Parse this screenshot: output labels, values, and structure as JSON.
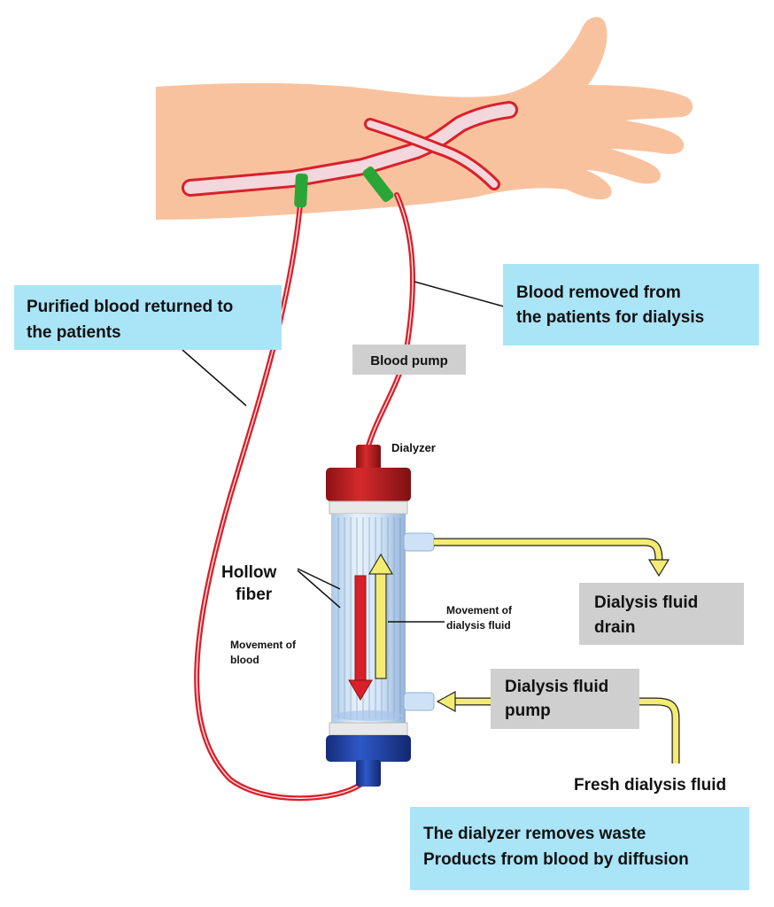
{
  "labels": {
    "purified_blood": [
      "Purified blood returned to",
      "the patients"
    ],
    "blood_removed": [
      "Blood removed from",
      "the patients for dialysis"
    ],
    "blood_pump": "Blood pump",
    "dialyzer": "Dialyzer",
    "hollow_fiber": [
      "Hollow",
      "fiber"
    ],
    "movement_of_blood": [
      "Movement of",
      "blood"
    ],
    "movement_of_dialysis_fluid": [
      "Movement of",
      "dialysis fluid"
    ],
    "dialysis_fluid_drain": [
      "Dialysis fluid",
      "drain"
    ],
    "dialysis_fluid_pump": [
      "Dialysis fluid",
      "pump"
    ],
    "fresh_dialysis_fluid": "Fresh dialysis fluid",
    "dialyzer_summary": [
      "The dialyzer removes waste",
      "Products from blood by diffusion"
    ]
  },
  "colors": {
    "skin": "#f9c29e",
    "blood": "#d9202a",
    "vessel_fill": "#f2d7dc",
    "needle_green": "#2aa636",
    "dialyzer_red": "#c41e22",
    "dialyzer_blue": "#1f3fa6",
    "fluid_yellow": "#f4ec72",
    "label_blue": "#a9e4f7",
    "label_gray": "#cfcfcf"
  }
}
